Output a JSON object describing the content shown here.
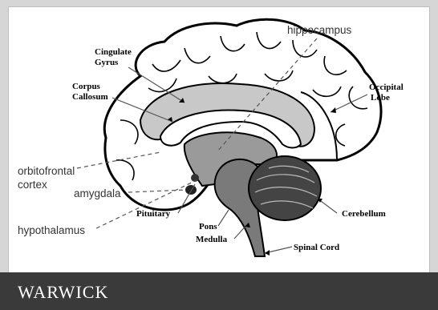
{
  "labels": {
    "hippocampus": "hippocampus",
    "cingulate_line1": "Cingulate",
    "cingulate_line2": "Gyrus",
    "corpus_line1": "Corpus",
    "corpus_line2": "Callosum",
    "occipital_line1": "Occipital",
    "occipital_line2": "Lobe",
    "orbitofrontal_line1": "orbitofrontal",
    "orbitofrontal_line2": "cortex",
    "amygdala": "amygdala",
    "hypothalamus": "hypothalamus",
    "pituitary": "Pituitary",
    "pons": "Pons",
    "medulla": "Medulla",
    "cerebellum": "Cerebellum",
    "spinal_cord": "Spinal Cord"
  },
  "footer": {
    "logo_text": "WARWICK"
  }
}
